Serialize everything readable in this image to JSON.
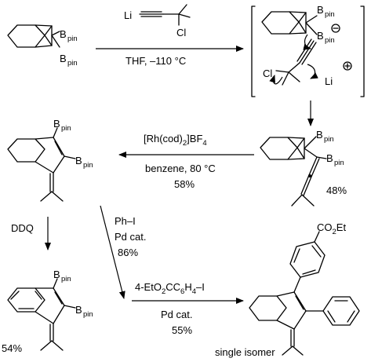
{
  "reagents": {
    "top_li": "Li",
    "top_cl": "Cl",
    "top_conditions": "THF, –110 °C",
    "rh_catalyst": "[Rh(cod)",
    "rh_sub": "2",
    "rh_bf4": "]BF",
    "rh_sub4": "4",
    "rh_solvent": "benzene, 80 °C",
    "rh_yield": "58%",
    "ddq": "DDQ",
    "phi": "Ph–I",
    "pd_cat_1": "Pd cat.",
    "phi_yield": "86%",
    "aryl_iodide": "4-EtO",
    "aryl_iodide_sub1": "2",
    "aryl_iodide_mid": "CC",
    "aryl_iodide_sub2": "6",
    "aryl_iodide_h": "H",
    "aryl_iodide_sub3": "4",
    "aryl_iodide_end": "–I",
    "pd_cat_2": "Pd cat.",
    "aryl_yield": "55%"
  },
  "labels": {
    "b": "B",
    "pin": "pin",
    "cl": "Cl",
    "li": "Li",
    "co2et_a": "CO",
    "co2et_sub": "2",
    "co2et_b": "Et",
    "yield_allene": "48%",
    "yield_indene": "54%",
    "single_isomer": "single isomer"
  }
}
